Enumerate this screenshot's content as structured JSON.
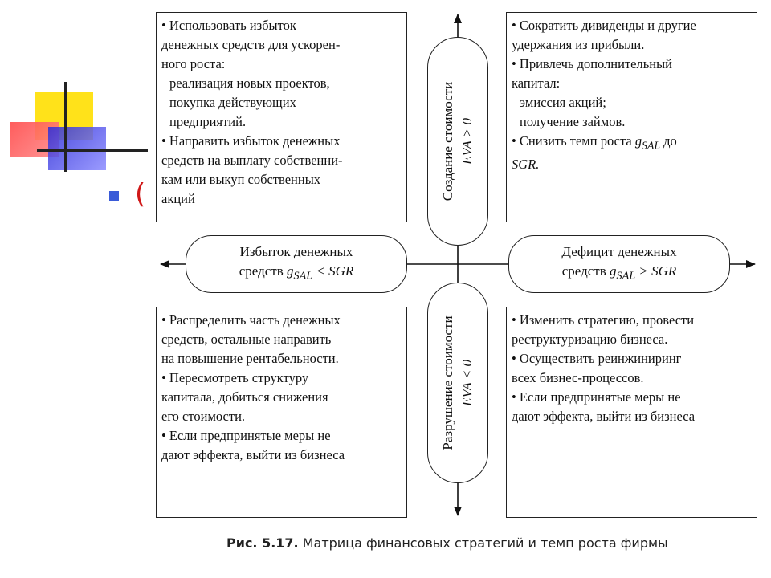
{
  "slide": {
    "partial_title_char": "("
  },
  "quadrants": {
    "top_left": {
      "lines": [
        "• Использовать избыток",
        "денежных  средств для ускорен-",
        "ного роста:",
        "реализация новых проектов,",
        "покупка действующих",
        "предприятий.",
        "• Направить избыток денежных",
        "средств на выплату собственни-",
        "кам или выкуп собственных",
        "акций"
      ]
    },
    "top_right": {
      "lines": [
        "• Сократить дивиденды и другие",
        "удержания из прибыли.",
        "• Привлечь дополнительный",
        "капитал:",
        "эмиссия акций;",
        "получение займов."
      ],
      "last_prefix": "• Снизить темп роста ",
      "last_symbol": "g",
      "last_sub": "SAL",
      "last_mid": " до",
      "last_tail": "SGR."
    },
    "bottom_left": {
      "lines": [
        "• Распределить часть денежных",
        "средств, остальные направить",
        "на повышение рентабельности.",
        "• Пересмотреть структуру",
        "капитала, добиться снижения",
        "его стоимости.",
        "• Если предпринятые меры не",
        "дают эффекта, выйти из бизнеса"
      ]
    },
    "bottom_right": {
      "lines": [
        "• Изменить стратегию, провести",
        "реструктуризацию бизнеса.",
        "• Осуществить реинжиниринг",
        "всех бизнес-процессов.",
        "• Если предпринятые меры не",
        "дают эффекта, выйти из бизнеса"
      ]
    }
  },
  "axes": {
    "left": {
      "line1": "Избыток денежных",
      "prefix": "средств ",
      "symbol": "g",
      "sub": "SAL",
      "relation": " < SGR"
    },
    "right": {
      "line1": "Дефицит денежных",
      "prefix": "средств ",
      "symbol": "g",
      "sub": "SAL",
      "relation": " > SGR"
    },
    "top": {
      "line1": "Создание стоимости",
      "line2": "EVA > 0"
    },
    "bottom": {
      "line1": "Разрушение стоимости",
      "line2": "EVA < 0"
    }
  },
  "caption": {
    "label": "Рис. 5.17.",
    "text": " Матрица финансовых стратегий и темп роста фирмы"
  },
  "colors": {
    "deco_yellow": "#ffe21a",
    "deco_red": "#ff4a4a",
    "deco_blue": "#2b2bd8",
    "bullet_blue": "#3a5bd8",
    "title_red": "#d01818"
  }
}
